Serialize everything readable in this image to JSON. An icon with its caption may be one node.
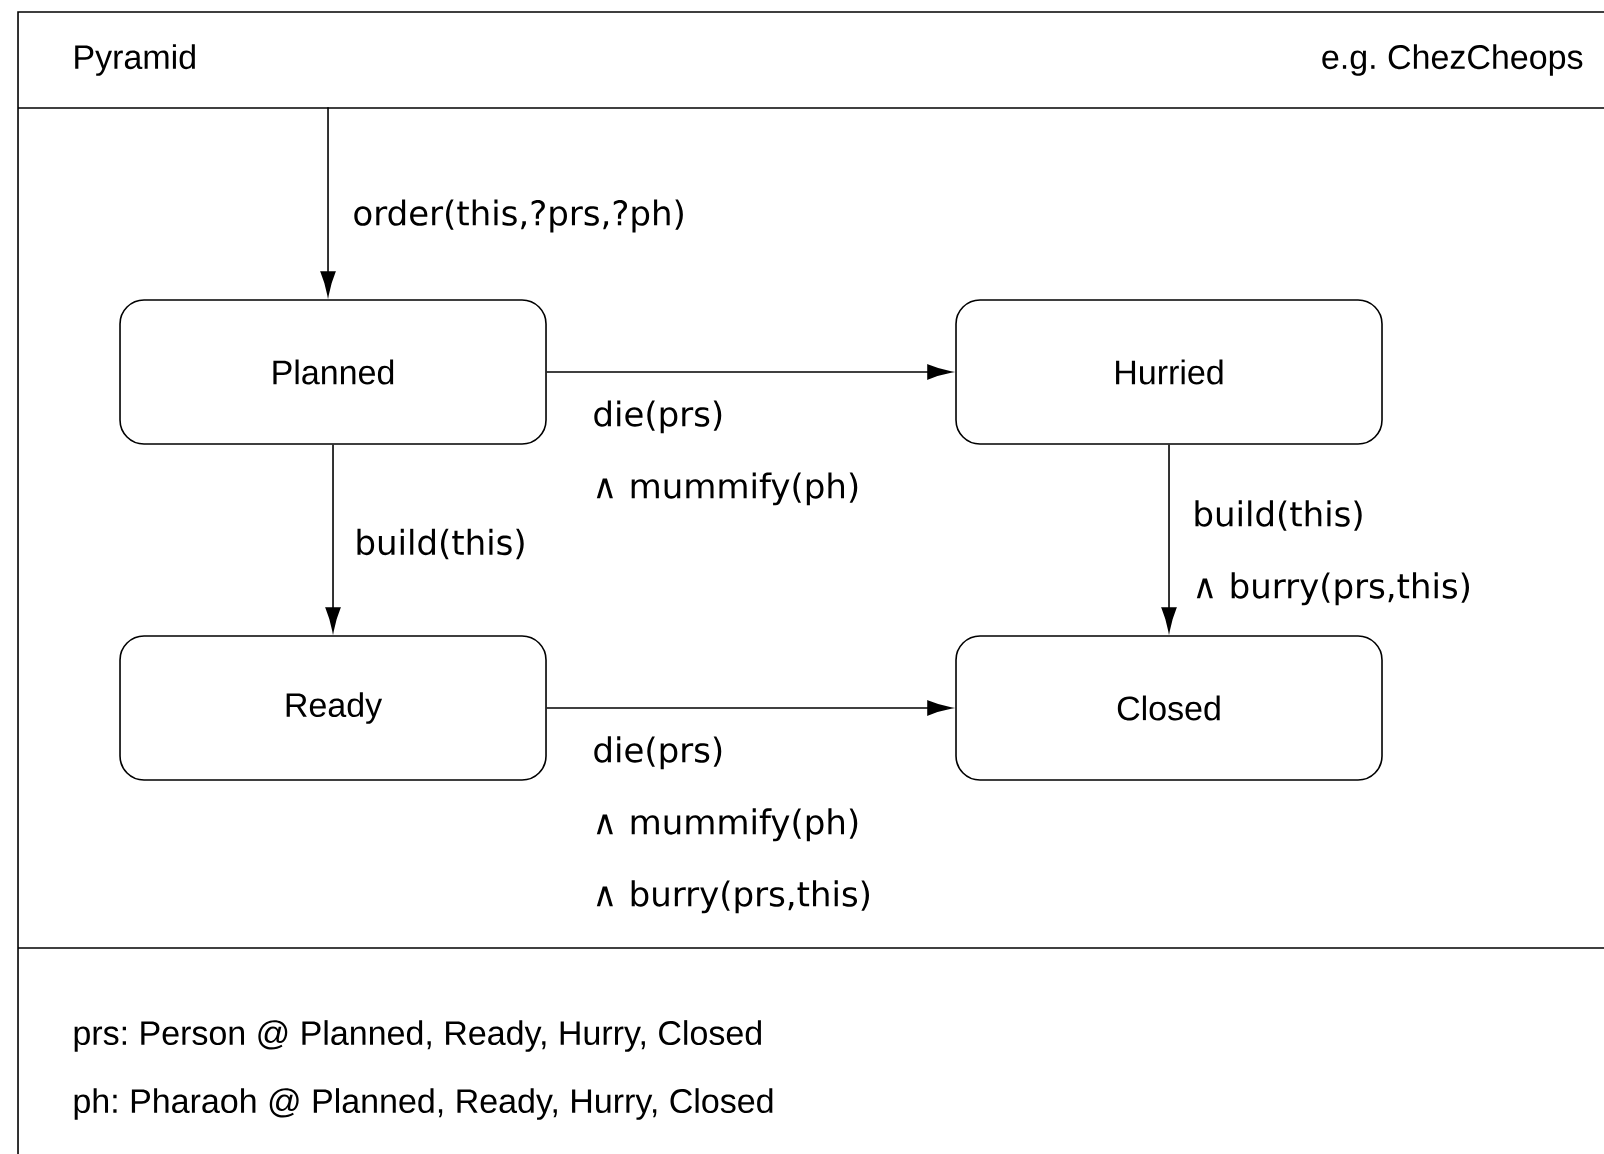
{
  "diagram": {
    "nodes": [
      {
        "text": [
          "Pyramid",
          "e.g. ChezCheops",
          "prs: Person @ Planned, Ready, Hurry, Closed",
          "ph: Pharaoh @ Planned, Ready, Hurry, Closed"
        ]
      },
      {
        "text": [
          "Planned"
        ],
        "in": 0
      },
      {
        "text": [
          "Hurried"
        ],
        "in": 0
      },
      {
        "text": [
          "Ready"
        ],
        "in": 0
      },
      {
        "text": [
          "Closed"
        ],
        "in": 0
      }
    ],
    "edges": [
      {
        "from": null,
        "to": 1,
        "arrow": "to",
        "label": "order(this,?prs,?ph)"
      },
      {
        "from": 1,
        "to": 2,
        "arrow": "to",
        "label": "die(prs) ∧ mummify(ph)"
      },
      {
        "from": 1,
        "to": 3,
        "arrow": "to",
        "label": "build(this)"
      },
      {
        "from": 2,
        "to": 4,
        "arrow": "to",
        "label": "build(this) ∧ burry(prs,this)"
      },
      {
        "from": 3,
        "to": 4,
        "arrow": "to",
        "label": "die(prs) ∧ mummify(ph) ∧ burry(prs,this)"
      }
    ]
  }
}
